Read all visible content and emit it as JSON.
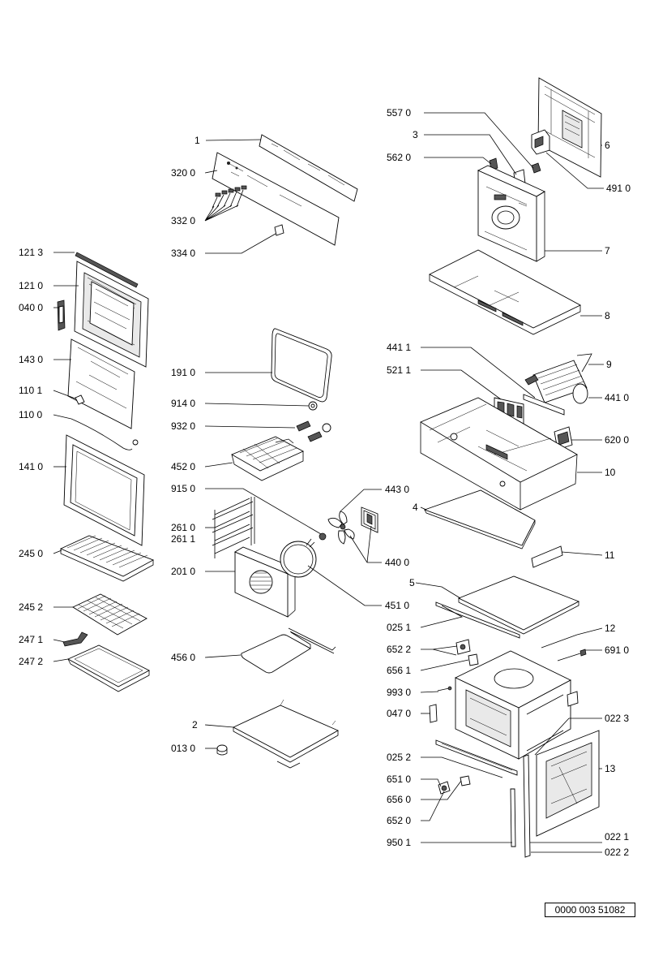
{
  "labels": {
    "l_121_3": "121 3",
    "l_121_0": "121 0",
    "l_040_0": "040 0",
    "l_143_0": "143 0",
    "l_110_1": "110 1",
    "l_110_0": "110 0",
    "l_141_0": "141 0",
    "l_245_0": "245 0",
    "l_245_2": "245 2",
    "l_247_1": "247 1",
    "l_247_2": "247 2",
    "l_1": "1",
    "l_320_0": "320 0",
    "l_332_0": "332 0",
    "l_334_0": "334 0",
    "l_191_0": "191 0",
    "l_914_0": "914 0",
    "l_932_0": "932 0",
    "l_452_0": "452 0",
    "l_915_0": "915 0",
    "l_261_0": "261 0",
    "l_261_1": "261 1",
    "l_201_0": "201 0",
    "l_456_0": "456 0",
    "l_2": "2",
    "l_013_0": "013 0",
    "l_443_0": "443 0",
    "l_440_0": "440 0",
    "l_451_0": "451 0",
    "l_557_0": "557 0",
    "l_3": "3",
    "l_562_0": "562 0",
    "l_6": "6",
    "l_491_0": "491 0",
    "l_7": "7",
    "l_8": "8",
    "l_441_1": "441 1",
    "l_521_1": "521 1",
    "l_9": "9",
    "l_441_0": "441 0",
    "l_620_0": "620 0",
    "l_10": "10",
    "l_4": "4",
    "l_11": "11",
    "l_5": "5",
    "l_025_1": "025 1",
    "l_12": "12",
    "l_652_2": "652 2",
    "l_691_0": "691 0",
    "l_656_1": "656 1",
    "l_993_0": "993 0",
    "l_047_0": "047 0",
    "l_022_3": "022 3",
    "l_025_2": "025 2",
    "l_13": "13",
    "l_651_0": "651 0",
    "l_656_0": "656 0",
    "l_652_0": "652 0",
    "l_950_1": "950 1",
    "l_022_1": "022 1",
    "l_022_2": "022 2"
  },
  "doc_number": "0000 003 51082"
}
